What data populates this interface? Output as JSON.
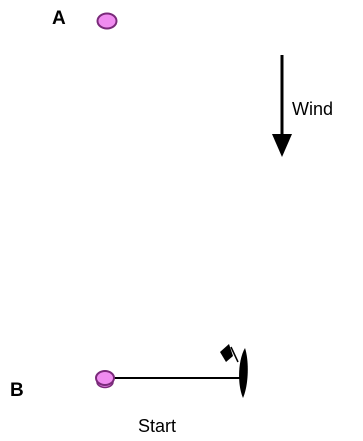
{
  "labels": {
    "mark_a": "A",
    "mark_b": "B",
    "wind": "Wind",
    "start": "Start"
  },
  "colors": {
    "buoy_fill": "#f08cf0",
    "buoy_stroke": "#7a2a7a",
    "ink": "#000000",
    "background": "#ffffff"
  },
  "icons": {
    "buoy_a": "buoy-icon",
    "buoy_b": "buoy-icon",
    "boat": "sailboat-icon",
    "wind_arrow": "arrow-down-icon"
  }
}
